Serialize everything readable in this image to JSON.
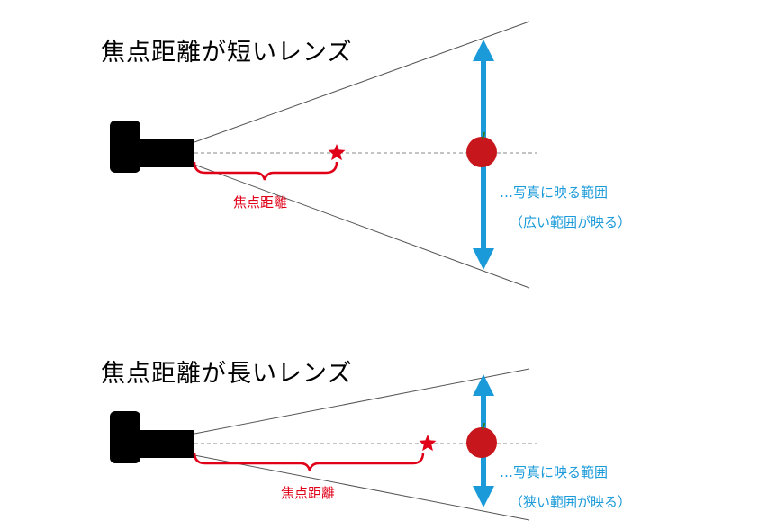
{
  "colors": {
    "accent_red": "#e00018",
    "accent_blue": "#1a9ad8",
    "apple_red": "#c8171c",
    "camera_black": "#000000",
    "line_gray": "#555555"
  },
  "short_lens": {
    "title": "焦点距離が短いレンズ",
    "focal_label": "焦点距離",
    "view_label": "…写真に映る範囲",
    "note": "（広い範囲が映る）"
  },
  "long_lens": {
    "title": "焦点距離が長いレンズ",
    "focal_label": "焦点距離",
    "view_label": "…写真に映る範囲",
    "note": "（狭い範囲が映る）"
  }
}
